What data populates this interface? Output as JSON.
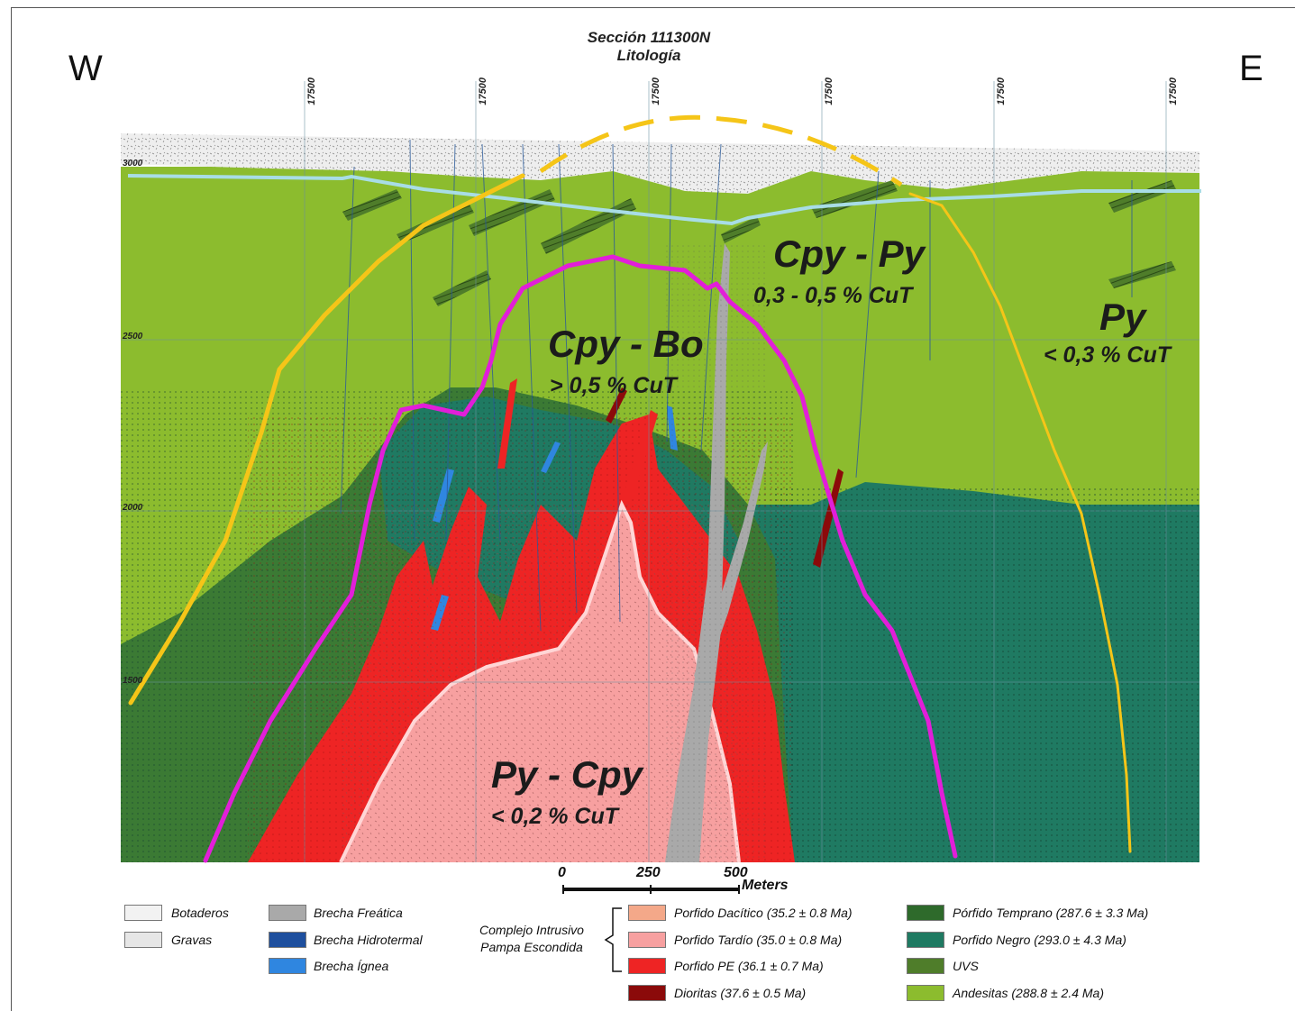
{
  "header": {
    "title_line1": "Sección 111300N",
    "title_line2": "Litología"
  },
  "compass": {
    "west": "W",
    "east": "E"
  },
  "grid": {
    "easting_labels": [
      "17500",
      "17500",
      "17500",
      "17500",
      "17500",
      "17500"
    ]
  },
  "elevation_labels": [
    "3000",
    "2500",
    "2000",
    "1500"
  ],
  "zones": {
    "cpy_py": {
      "mineral": "Cpy - Py",
      "grade": "0,3 - 0,5 % CuT"
    },
    "cpy_bo": {
      "mineral": "Cpy - Bo",
      "grade": "> 0,5 % CuT"
    },
    "py": {
      "mineral": "Py",
      "grade": "< 0,3 % CuT"
    },
    "py_cpy": {
      "mineral": "Py - Cpy",
      "grade": "< 0,2 % CuT"
    }
  },
  "scale_bar": {
    "labels": [
      "0",
      "250",
      "500"
    ],
    "unit": "Meters"
  },
  "legend": {
    "col1": [
      {
        "label": "Botaderos",
        "color": "#f2f2f2"
      },
      {
        "label": "Gravas",
        "color": "#e6e6e6"
      }
    ],
    "col2": [
      {
        "label": "Brecha Freática",
        "color": "#a9a9a9"
      },
      {
        "label": "Brecha Hidrotermal",
        "color": "#1e4f9e"
      },
      {
        "label": "Brecha Ígnea",
        "color": "#2f86e0"
      }
    ],
    "complex_label": "Complejo Intrusivo Pampa Escondida",
    "col3": [
      {
        "label": "Porfido Dacítico (35.2 ± 0.8 Ma)",
        "color": "#f4a889"
      },
      {
        "label": "Porfido Tardío (35.0 ± 0.8 Ma)",
        "color": "#f7a0a0"
      },
      {
        "label": "Porfido PE (36.1 ± 0.7 Ma)",
        "color": "#ee2424"
      },
      {
        "label": "Dioritas (37.6 ± 0.5 Ma)",
        "color": "#8b0a0a"
      }
    ],
    "col4": [
      {
        "label": "Pórfido Temprano (287.6 ± 3.3 Ma)",
        "color": "#2e6a2b"
      },
      {
        "label": "Porfido Negro (293.0 ± 4.3 Ma)",
        "color": "#1f7a62"
      },
      {
        "label": "UVS",
        "color": "#4f7d2a"
      },
      {
        "label": "Andesitas (288.8 ± 2.4 Ma)",
        "color": "#8cbc2e"
      }
    ]
  },
  "colors": {
    "andesite": "#8cbc2e",
    "porfido_negro": "#1f7a62",
    "porfido_temprano": "#3b7a34",
    "porfido_pe": "#ee2424",
    "porfido_tardio": "#f7a0a0",
    "brecha_freatica": "#a9a9a9",
    "gravas": "#e8e8e8",
    "py_shell": "#f5c518",
    "bo_shell": "#e21ed9",
    "tardio_outline": "#ffd6d6",
    "surface_line": "#a8dde6"
  }
}
